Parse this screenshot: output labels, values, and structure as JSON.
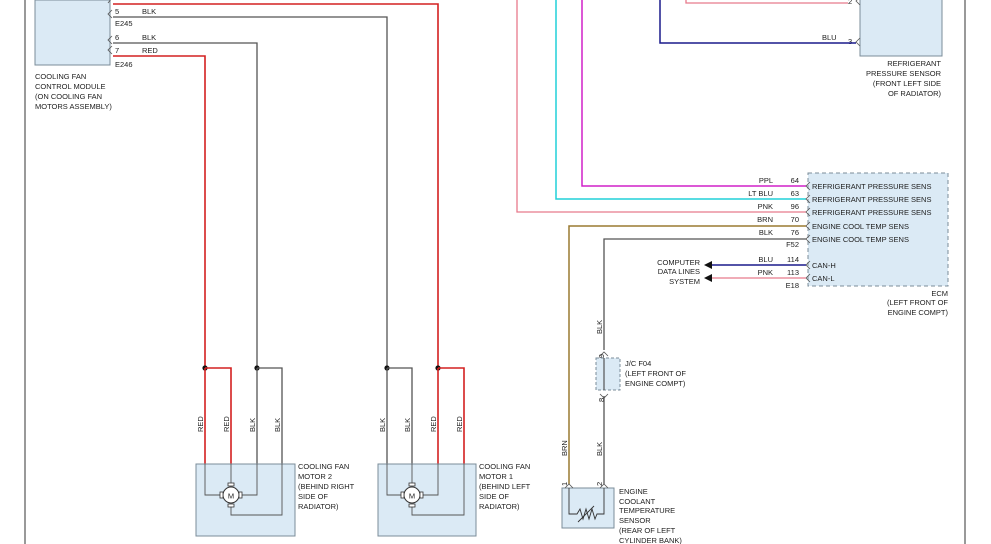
{
  "cfcm": {
    "pins": [
      {
        "num": "5",
        "color": "BLK"
      },
      {
        "num": "6",
        "color": "BLK"
      },
      {
        "num": "7",
        "color": "RED"
      }
    ],
    "conn_top": "E245",
    "conn_bottom": "E246",
    "title": [
      "COOLING FAN",
      "CONTROL MODULE",
      "(ON COOLING FAN",
      "MOTORS ASSEMBLY)"
    ]
  },
  "ref_sensor": {
    "pin3": {
      "num": "3",
      "color": "BLU"
    },
    "pin2": {
      "num": "2"
    },
    "title": [
      "REFRIGERANT",
      "PRESSURE SENSOR",
      "(FRONT LEFT SIDE",
      "OF RADIATOR)"
    ]
  },
  "ecm": {
    "rows": [
      {
        "color": "PPL",
        "pin": "64",
        "desc": "REFRIGERANT PRESSURE SENS"
      },
      {
        "color": "LT BLU",
        "pin": "63",
        "desc": "REFRIGERANT PRESSURE SENS"
      },
      {
        "color": "PNK",
        "pin": "96",
        "desc": "REFRIGERANT PRESSURE SENS"
      },
      {
        "color": "BRN",
        "pin": "70",
        "desc": "ENGINE COOL TEMP SENS"
      },
      {
        "color": "BLK",
        "pin": "76",
        "desc": "ENGINE COOL TEMP SENS"
      },
      {
        "color": "BLU",
        "pin": "114",
        "desc": "CAN-H"
      },
      {
        "color": "PNK",
        "pin": "113",
        "desc": "CAN-L"
      }
    ],
    "conn_f52": "F52",
    "conn_e18": "E18",
    "title": [
      "ECM",
      "(LEFT FRONT OF",
      "ENGINE COMPT)"
    ]
  },
  "data_lines": [
    "COMPUTER",
    "DATA LINES",
    "SYSTEM"
  ],
  "jc": {
    "top_pin": "9",
    "bottom_pin": "8",
    "title": [
      "J/C F04",
      "(LEFT FRONT OF",
      "ENGINE COMPT)"
    ]
  },
  "ect_sensor": {
    "pin1": "1",
    "pin2": "2",
    "wire1": "BRN",
    "wire2_upper": "BLK",
    "wire2_lower": "BLK",
    "title": [
      "ENGINE",
      "COOLANT",
      "TEMPERATURE",
      "SENSOR",
      "(REAR OF LEFT",
      "CYLINDER BANK)"
    ]
  },
  "motor2": {
    "wires": [
      "RED",
      "RED",
      "BLK",
      "BLK"
    ],
    "symbol": "M",
    "title": [
      "COOLING FAN",
      "MOTOR 2",
      "(BEHIND RIGHT",
      "SIDE OF",
      "RADIATOR)"
    ]
  },
  "motor1": {
    "wires": [
      "BLK",
      "BLK",
      "RED",
      "RED"
    ],
    "symbol": "M",
    "title": [
      "COOLING FAN",
      "MOTOR 1",
      "(BEHIND LEFT",
      "SIDE OF",
      "RADIATOR)"
    ]
  },
  "colors": {
    "red": "#d42020",
    "black": "#555555",
    "pink": "#e87a8c",
    "blue": "#1a1a8c",
    "magenta": "#d020c8",
    "cyan": "#20d0d8",
    "brown": "#9a7a30",
    "box_fill": "#dbeaf5",
    "box_stroke": "#7b8c99"
  }
}
